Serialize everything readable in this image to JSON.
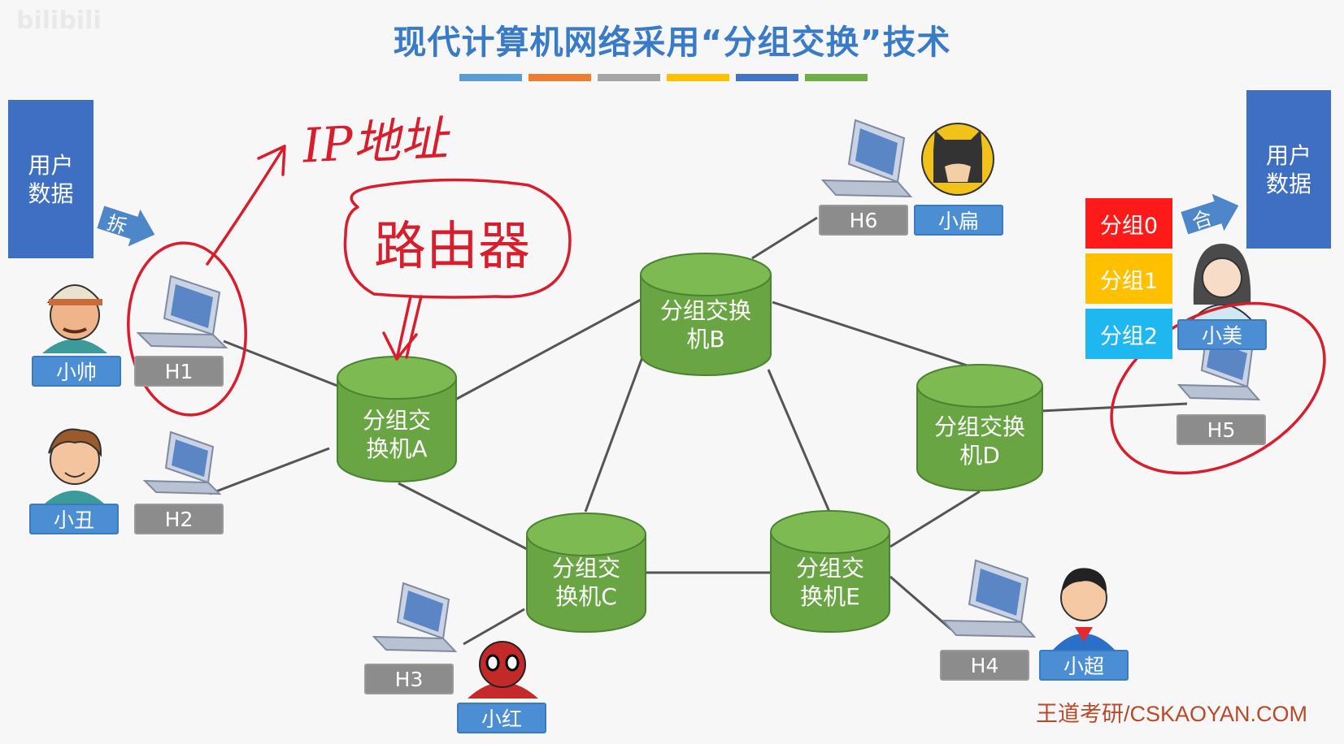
{
  "title": "现代计算机网络采用“分组交换”技术",
  "watermark": "bilibili",
  "color_bars": [
    "#5b9bd5",
    "#ed7d31",
    "#a5a5a5",
    "#ffc000",
    "#4472c4",
    "#70ad47"
  ],
  "user_data_left": "用户\n数据",
  "user_data_right": "用户\n数据",
  "split_label": "拆",
  "merge_label": "合",
  "packets": [
    "分组0",
    "分组1",
    "分组2"
  ],
  "packet_colors": [
    "#ff1a1a",
    "#ffc000",
    "#1fb7ef"
  ],
  "hosts": {
    "h1": "H1",
    "h2": "H2",
    "h3": "H3",
    "h4": "H4",
    "h5": "H5",
    "h6": "H6"
  },
  "people": {
    "h1": "小帅",
    "h2": "小丑",
    "h3": "小红",
    "h4": "小超",
    "h5": "小美",
    "h6": "小扁"
  },
  "switches": {
    "a": "分组交\n换机A",
    "b": "分组交换\n机B",
    "c": "分组交\n换机C",
    "d": "分组交换\n机D",
    "e": "分组交\n换机E"
  },
  "annotations": {
    "ip": "IP地址",
    "router": "路由器"
  },
  "footer": "王道考研/CSKAOYAN.COM"
}
